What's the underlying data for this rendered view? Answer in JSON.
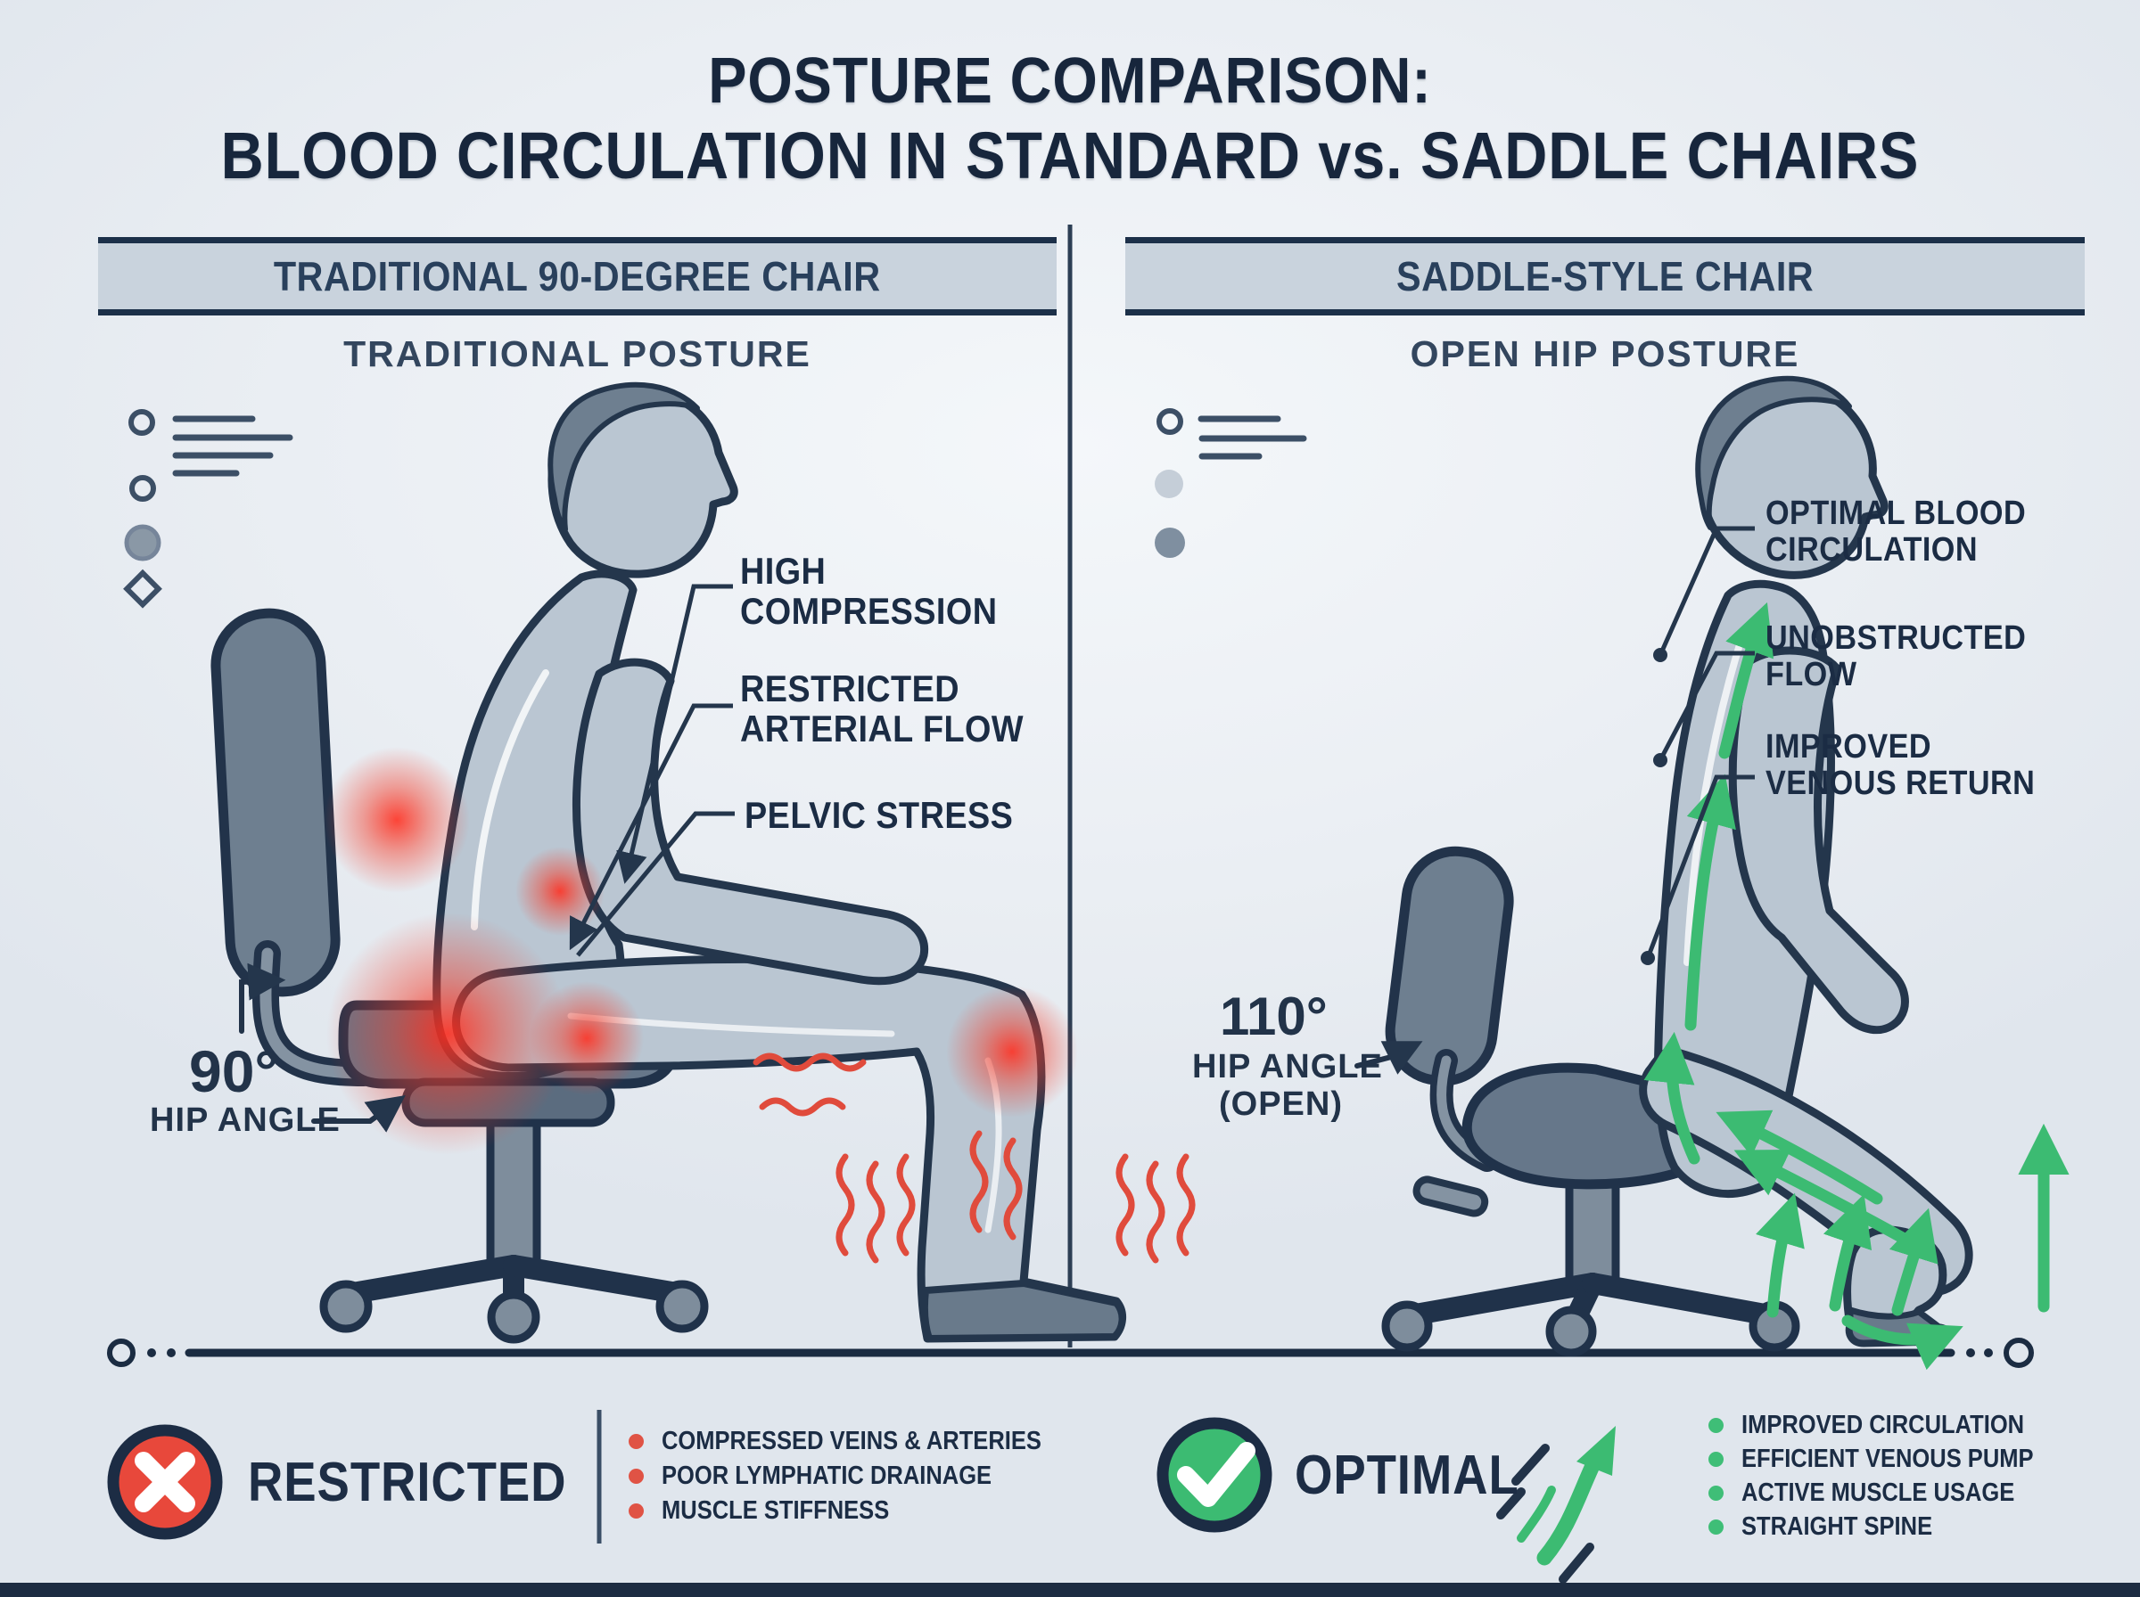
{
  "title": {
    "line1": "POSTURE COMPARISON:",
    "line2": "BLOOD CIRCULATION IN STANDARD vs. SADDLE CHAIRS"
  },
  "left_panel": {
    "header": "TRADITIONAL 90-DEGREE CHAIR",
    "subtitle": "TRADITIONAL POSTURE",
    "callouts": [
      {
        "text": "HIGH\nCOMPRESSION"
      },
      {
        "text": "RESTRICTED\nARTERIAL FLOW"
      },
      {
        "text": "PELVIC STRESS"
      }
    ],
    "hip": {
      "angle": "90°",
      "label": "HIP ANGLE"
    },
    "summary": {
      "verdict": "RESTRICTED",
      "icon": "x-icon",
      "points": [
        "COMPRESSED VEINS & ARTERIES",
        "POOR LYMPHATIC DRAINAGE",
        "MUSCLE STIFFNESS"
      ]
    }
  },
  "right_panel": {
    "header": "SADDLE-STYLE CHAIR",
    "subtitle": "OPEN HIP POSTURE",
    "callouts": [
      {
        "text": "OPTIMAL BLOOD\nCIRCULATION"
      },
      {
        "text": "UNOBSTRUCTED\nFLOW"
      },
      {
        "text": "IMPROVED\nVENOUS RETURN"
      }
    ],
    "hip": {
      "angle": "110°",
      "label": "HIP ANGLE",
      "sub": "(OPEN)"
    },
    "summary": {
      "verdict": "OPTIMAL",
      "icon": "check-icon",
      "points": [
        "IMPROVED CIRCULATION",
        "EFFICIENT VENOUS PUMP",
        "ACTIVE MUSCLE USAGE",
        "STRAIGHT SPINE"
      ]
    }
  },
  "colors": {
    "navy": "#1c2c44",
    "red": "#e8483b",
    "green": "#3cbb72",
    "chair_gray": "#70818f",
    "body_gray": "#bac6d2",
    "background": "#e9edf2"
  }
}
